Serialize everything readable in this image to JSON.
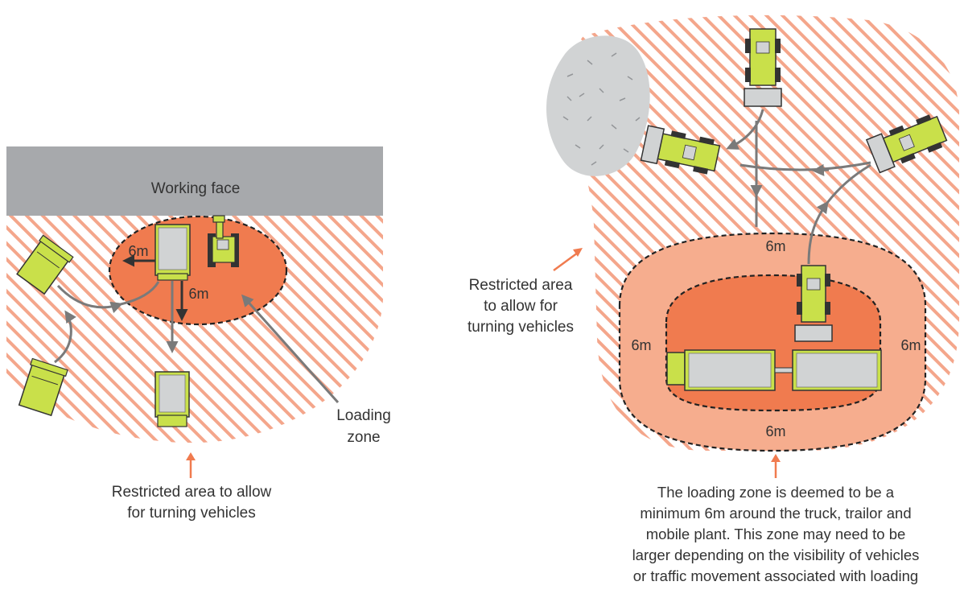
{
  "left_diagram": {
    "working_face_label": "Working face",
    "dim_side": "6m",
    "dim_front": "6m",
    "loading_zone_label": [
      "Loading",
      "zone"
    ],
    "caption": [
      "Restricted area to allow",
      "for turning vehicles"
    ]
  },
  "right_diagram": {
    "dim_top": "6m",
    "dim_left": "6m",
    "dim_right": "6m",
    "dim_bottom": "6m",
    "restricted_label": [
      "Restricted area",
      "to allow for",
      "turning vehicles"
    ],
    "caption": [
      "The loading zone is deemed to be a",
      "minimum 6m around the truck, trailor and",
      "mobile plant. This zone may need to be",
      "larger depending on the visibility of vehicles",
      "or traffic movement associated with loading"
    ]
  },
  "colors": {
    "hatch": "#f4a68b",
    "loading_zone": "#f07b4f",
    "buffer_zone": "#f6ad8e",
    "working_face": "#a7a9ac",
    "rock": "#d1d3d4",
    "vehicle": "#c9e04a",
    "arrow": "#7a7a7a",
    "caption_arrow": "#f07b4f"
  }
}
